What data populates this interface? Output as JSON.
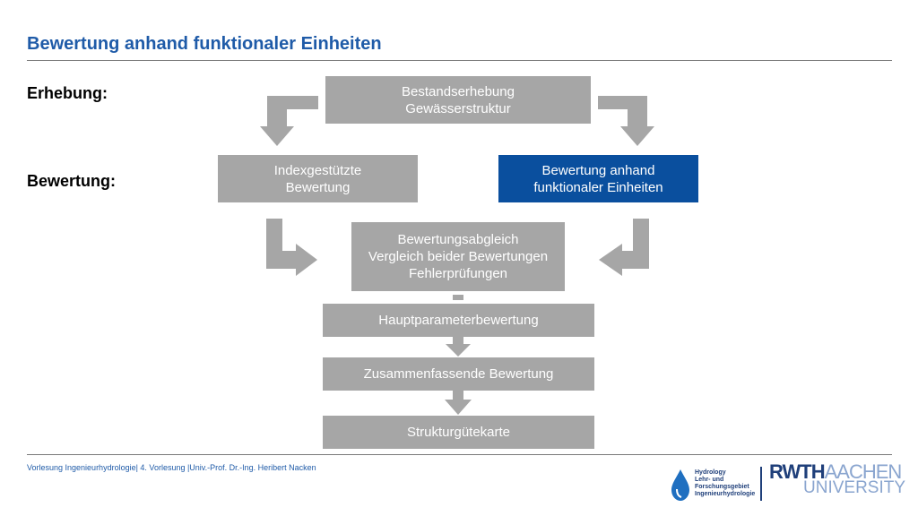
{
  "slide": {
    "title": "Bewertung anhand funktionaler Einheiten",
    "label_erhebung": "Erhebung:",
    "label_bewertung": "Bewertung:"
  },
  "diagram": {
    "boxes": {
      "bestandserhebung": "Bestandserhebung\nGewässerstruktur",
      "indexgestuetzte": "Indexgestützte\nBewertung",
      "funktionale": "Bewertung anhand\nfunktionaler Einheiten",
      "abgleich": "Bewertungsabgleich\nVergleich beider Bewertungen\nFehlerprüfungen",
      "hauptparameter": "Hauptparameterbewertung",
      "zusammenfassende": "Zusammenfassende Bewertung",
      "strukturguete": "Strukturgütekarte"
    },
    "colors": {
      "box_gray": "#a6a6a6",
      "box_blue": "#0a4f9e",
      "arrow_gray": "#a6a6a6"
    }
  },
  "footer": {
    "text": "Vorlesung Ingenieurhydrologie| 4. Vorlesung |Univ.-Prof. Dr.-Ing. Heribert Nacken",
    "hydro_logo_text": "Hydrology\nLehr- und\nForschungsgebiet\nIngenieurhydrologie",
    "rwth_line1_a": "RWTH",
    "rwth_line1_b": "AACHEN",
    "rwth_line2": "UNIVERSITY"
  }
}
